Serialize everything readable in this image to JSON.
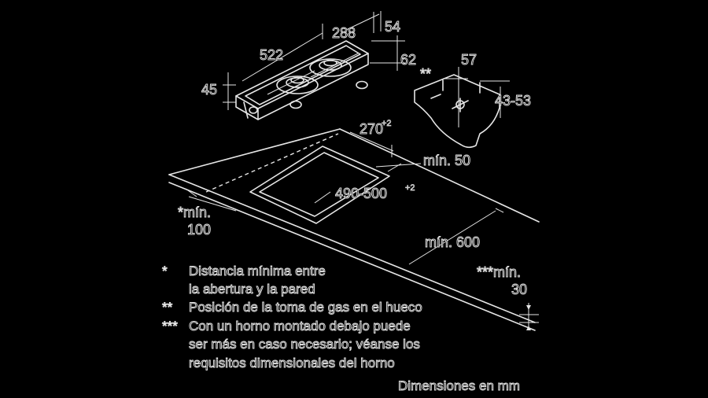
{
  "top_dims": {
    "d288": "288",
    "d54": "54",
    "d522": "522",
    "d62": "62",
    "d45": "45"
  },
  "side_dims": {
    "d57": "57",
    "stars": "**",
    "d43_53": "43-53"
  },
  "cutout_dims": {
    "d270": "270",
    "d270_sup": "+2",
    "min50": "mín. 50",
    "d490": "490-500",
    "d490_sup": "+2",
    "min100_a": "*mín.",
    "min100_b": "100",
    "min600": "mín. 600",
    "min30_a": "***mín.",
    "min30_b": "30"
  },
  "notes": [
    {
      "mark": "*",
      "lines": [
        "Distancia mínima entre",
        "la abertura y la pared"
      ]
    },
    {
      "mark": "**",
      "lines": [
        "Posición de la toma de gas en el hueco"
      ]
    },
    {
      "mark": "***",
      "lines": [
        "Con un horno montado debajo puede",
        "ser más en caso necesario; véanse los",
        "requisitos dimensionales del horno"
      ]
    }
  ],
  "units_note": "Dimensiones en mm"
}
